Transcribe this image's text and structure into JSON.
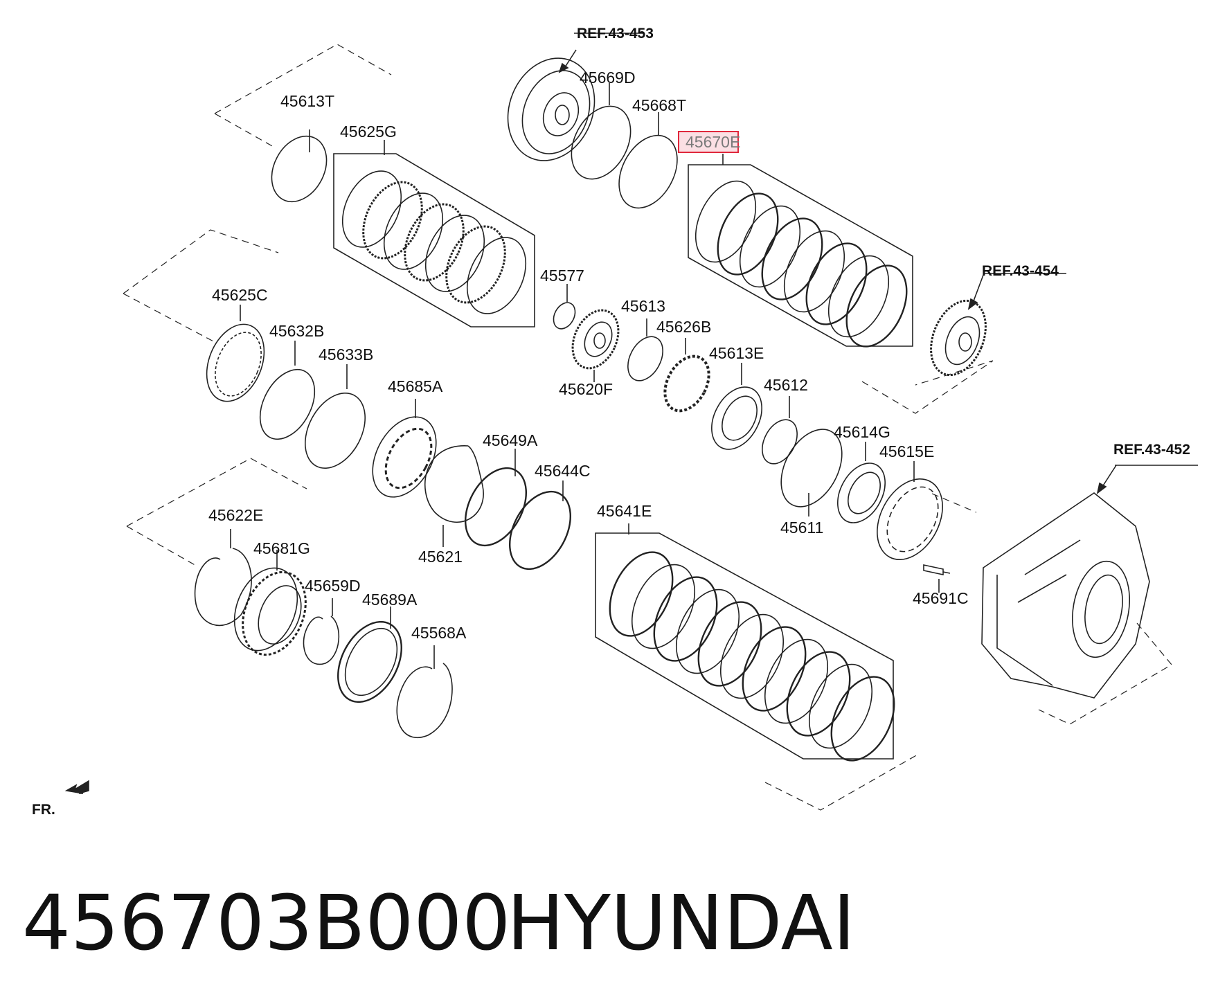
{
  "diagram": {
    "refs": {
      "ref_453": "REF.43-453",
      "ref_454": "REF.43-454",
      "ref_452": "REF.43-452"
    },
    "parts": {
      "p45613T": "45613T",
      "p45625G": "45625G",
      "p45669D": "45669D",
      "p45668T": "45668T",
      "p45670E": "45670E",
      "p45577": "45577",
      "p45613": "45613",
      "p45626B": "45626B",
      "p45620F": "45620F",
      "p45625C": "45625C",
      "p45632B": "45632B",
      "p45633B": "45633B",
      "p45685A": "45685A",
      "p45613E": "45613E",
      "p45612": "45612",
      "p45614G": "45614G",
      "p45615E": "45615E",
      "p45611": "45611",
      "p45649A": "45649A",
      "p45644C": "45644C",
      "p45621": "45621",
      "p45641E": "45641E",
      "p45622E": "45622E",
      "p45681G": "45681G",
      "p45659D": "45659D",
      "p45689A": "45689A",
      "p45568A": "45568A",
      "p45691C": "45691C"
    },
    "highlighted_part": "45670E",
    "front_label": "FR."
  },
  "footer": {
    "part_number": "456703B000",
    "brand": "HYUNDAI"
  }
}
